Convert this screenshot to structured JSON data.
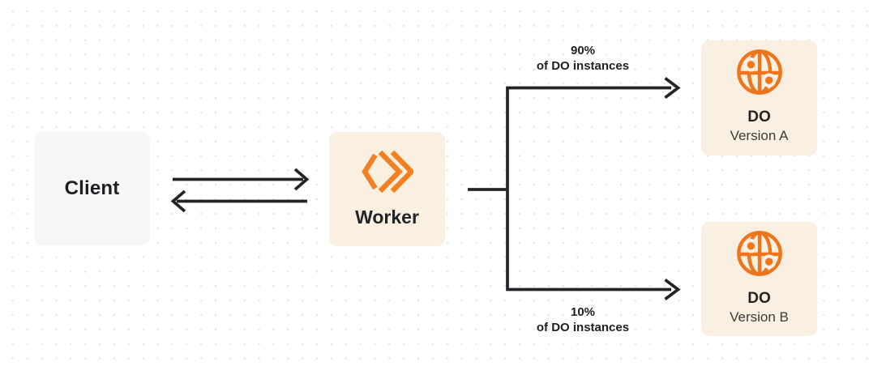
{
  "diagram": {
    "nodes": {
      "client": {
        "label": "Client"
      },
      "worker": {
        "label": "Worker",
        "icon": "workers-chevrons-icon"
      },
      "do_version_a": {
        "title": "DO",
        "subtitle": "Version A",
        "icon": "durable-object-globe-icon"
      },
      "do_version_b": {
        "title": "DO",
        "subtitle": "Version B",
        "icon": "durable-object-globe-icon"
      }
    },
    "edges": {
      "client_worker": {
        "type": "bidirectional-arrows"
      },
      "worker_to_version_a": {
        "label_line1": "90%",
        "label_line2": "of DO instances"
      },
      "worker_to_version_b": {
        "label_line1": "10%",
        "label_line2": "of DO instances"
      }
    },
    "colors": {
      "background": "#FFFFFF",
      "dot_grid": "#E3E3E5",
      "connector": "#222428",
      "worker_orange": "#F28020",
      "globe_orange": "#EE751C",
      "cream_box": "#FAF0E2",
      "gray_box": "#F6F6F7",
      "text_primary": "#1D1F23",
      "text_secondary": "#3D3B36"
    }
  }
}
